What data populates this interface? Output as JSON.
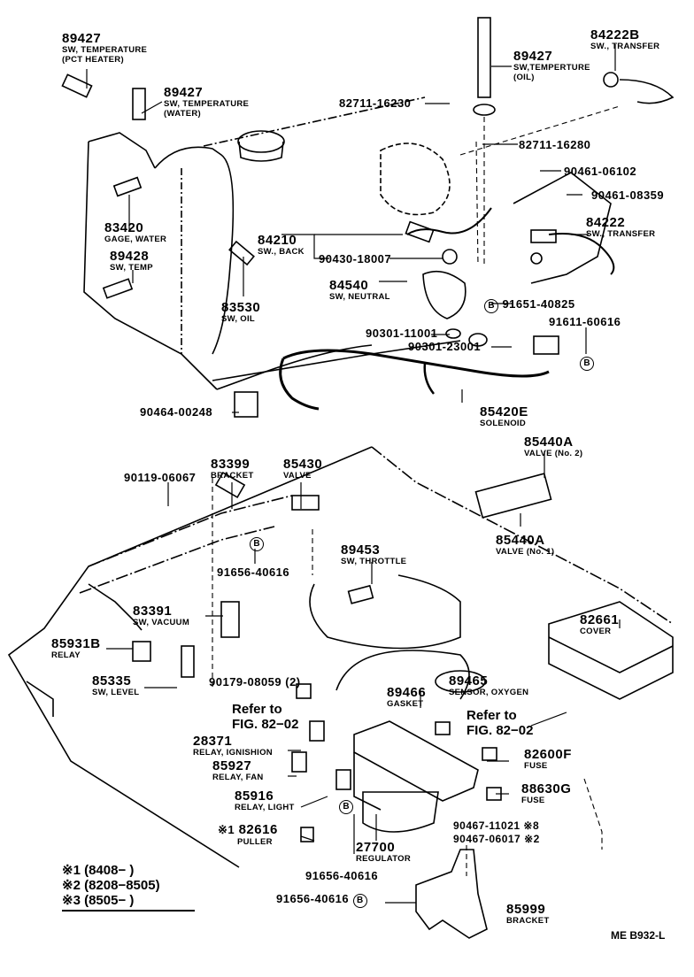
{
  "diagram": {
    "title_code": "ME B932-L",
    "parts": [
      {
        "id": "p1",
        "number": "89427",
        "desc": [
          "SW, TEMPERATURE",
          "(PCT HEATER)"
        ]
      },
      {
        "id": "p2",
        "number": "89427",
        "desc": [
          "SW, TEMPERATURE",
          "(WATER)"
        ]
      },
      {
        "id": "p3",
        "number": "89427",
        "desc": [
          "SW,TEMPERTURE",
          "(OIL)"
        ]
      },
      {
        "id": "p4",
        "number": "84222B",
        "desc": [
          "SW., TRANSFER"
        ]
      },
      {
        "id": "p5",
        "number": "82711-16230",
        "desc": []
      },
      {
        "id": "p6",
        "number": "82711-16280",
        "desc": []
      },
      {
        "id": "p7",
        "number": "90461-06102",
        "desc": []
      },
      {
        "id": "p8",
        "number": "90461-08359",
        "desc": []
      },
      {
        "id": "p9",
        "number": "83420",
        "desc": [
          "GAGE, WATER"
        ]
      },
      {
        "id": "p10",
        "number": "89428",
        "desc": [
          "SW, TEMP"
        ]
      },
      {
        "id": "p11",
        "number": "84210",
        "desc": [
          "SW., BACK"
        ]
      },
      {
        "id": "p12",
        "number": "90430-18007",
        "desc": []
      },
      {
        "id": "p13",
        "number": "84222",
        "desc": [
          "SW., TRANSFER"
        ]
      },
      {
        "id": "p14",
        "number": "83530",
        "desc": [
          "SW, OIL"
        ]
      },
      {
        "id": "p15",
        "number": "84540",
        "desc": [
          "SW, NEUTRAL"
        ]
      },
      {
        "id": "p16",
        "number": "91651-40825",
        "desc": []
      },
      {
        "id": "p17",
        "number": "91611-60616",
        "desc": []
      },
      {
        "id": "p18",
        "number": "90301-11001",
        "desc": []
      },
      {
        "id": "p19",
        "number": "90301-23001",
        "desc": []
      },
      {
        "id": "p20",
        "number": "90464-00248",
        "desc": []
      },
      {
        "id": "p21",
        "number": "85420E",
        "desc": [
          "SOLENOID"
        ]
      },
      {
        "id": "p22",
        "number": "85440A",
        "desc": [
          "VALVE (No. 2)"
        ]
      },
      {
        "id": "p23",
        "number": "90119-06067",
        "desc": []
      },
      {
        "id": "p24",
        "number": "83399",
        "desc": [
          "BRACKET"
        ]
      },
      {
        "id": "p25",
        "number": "85430",
        "desc": [
          "VALVE"
        ]
      },
      {
        "id": "p26",
        "number": "85440A",
        "desc": [
          "VALVE (No. 1)"
        ]
      },
      {
        "id": "p27",
        "number": "91656-40616",
        "desc": []
      },
      {
        "id": "p28",
        "number": "89453",
        "desc": [
          "SW, THROTTLE"
        ]
      },
      {
        "id": "p29",
        "number": "83391",
        "desc": [
          "SW, VACUUM"
        ]
      },
      {
        "id": "p30",
        "number": "82661",
        "desc": [
          "COVER"
        ]
      },
      {
        "id": "p31",
        "number": "85931B",
        "desc": [
          "RELAY"
        ]
      },
      {
        "id": "p32",
        "number": "85335",
        "desc": [
          "SW, LEVEL"
        ]
      },
      {
        "id": "p33",
        "number": "90179-08059 (2)",
        "desc": []
      },
      {
        "id": "p34",
        "number": "89466",
        "desc": [
          "GASKET"
        ]
      },
      {
        "id": "p35",
        "number": "89465",
        "desc": [
          "SENSOR, OXYGEN"
        ]
      },
      {
        "id": "p36",
        "number": "28371",
        "desc": [
          "RELAY, IGNISHION"
        ]
      },
      {
        "id": "p37",
        "number": "85927",
        "desc": [
          "RELAY, FAN"
        ]
      },
      {
        "id": "p38",
        "number": "82600F",
        "desc": [
          "FUSE"
        ]
      },
      {
        "id": "p39",
        "number": "85916",
        "desc": [
          "RELAY, LIGHT"
        ]
      },
      {
        "id": "p40",
        "number": "88630G",
        "desc": [
          "FUSE"
        ]
      },
      {
        "id": "p41",
        "number": "82616",
        "desc": [
          "PULLER"
        ],
        "note": "※1"
      },
      {
        "id": "p42",
        "number": "27700",
        "desc": [
          "REGULATOR"
        ]
      },
      {
        "id": "p43",
        "number": "90467-11021 ※8",
        "desc": []
      },
      {
        "id": "p44",
        "number": "90467-06017 ※2",
        "desc": []
      },
      {
        "id": "p45",
        "number": "91656-40616",
        "desc": []
      },
      {
        "id": "p46",
        "number": "91656-40616",
        "desc": []
      },
      {
        "id": "p47",
        "number": "85999",
        "desc": [
          "BRACKET"
        ]
      }
    ],
    "refs": [
      {
        "line1": "Refer to",
        "line2": "FIG. 82−02"
      },
      {
        "line1": "Refer to",
        "line2": "FIG. 82−02"
      }
    ],
    "bolt_marker": "B",
    "legend": [
      {
        "mark": "※1",
        "range": "(8408−        )"
      },
      {
        "mark": "※2",
        "range": "(8208−8505)"
      },
      {
        "mark": "※3",
        "range": "(8505−        )"
      }
    ]
  }
}
